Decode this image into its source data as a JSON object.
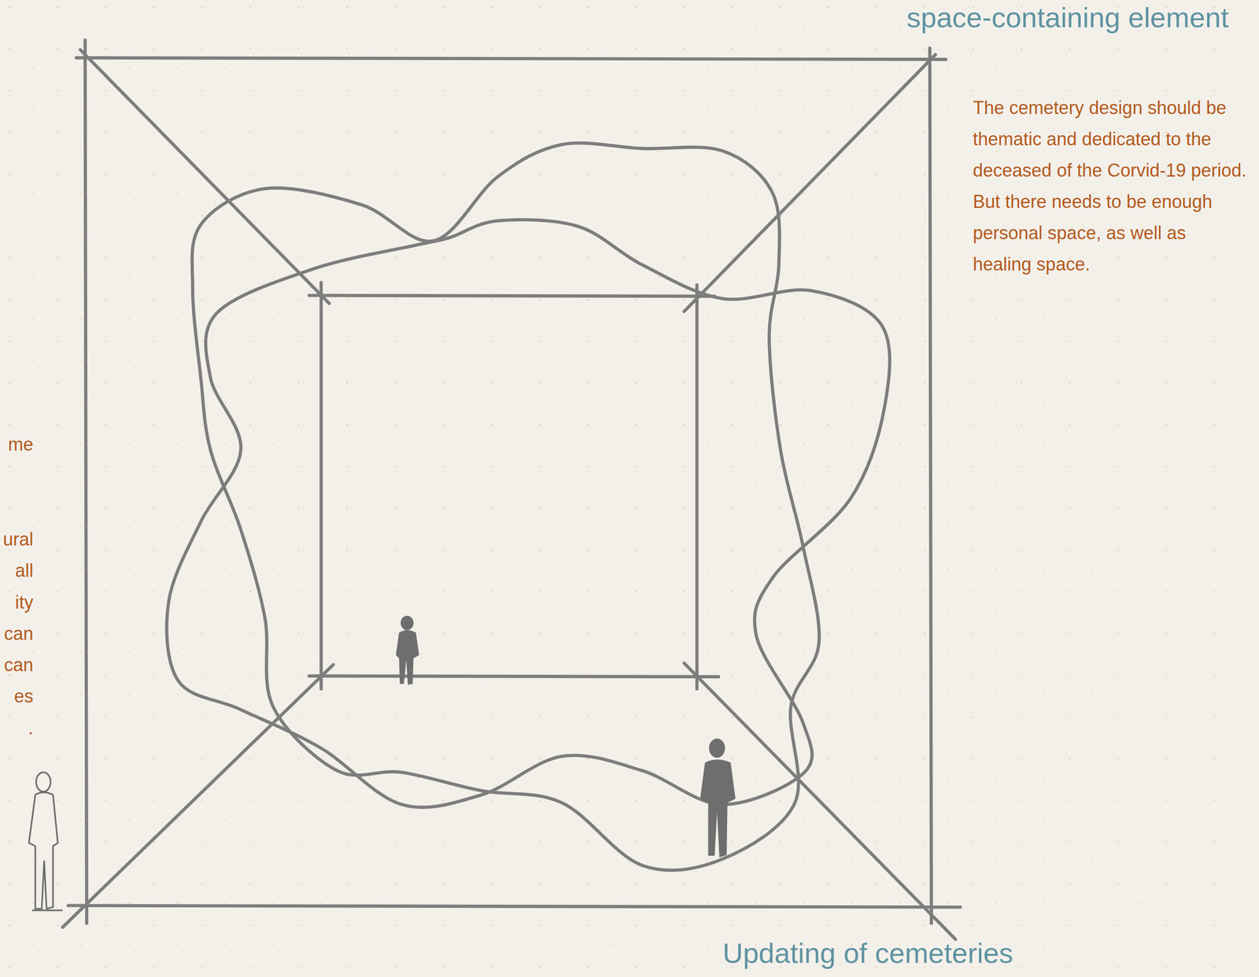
{
  "diagram": {
    "title": "space-containing element",
    "caption": "Updating of cemeteries",
    "labels": [
      "The cemetery design should be thematic and dedicated to the deceased of the Corvid-19 period. But there needs to be enough personal space, as well as healing space.",
      "me",
      "ural",
      "all",
      "ity",
      "can",
      "can",
      "es",
      "."
    ]
  }
}
